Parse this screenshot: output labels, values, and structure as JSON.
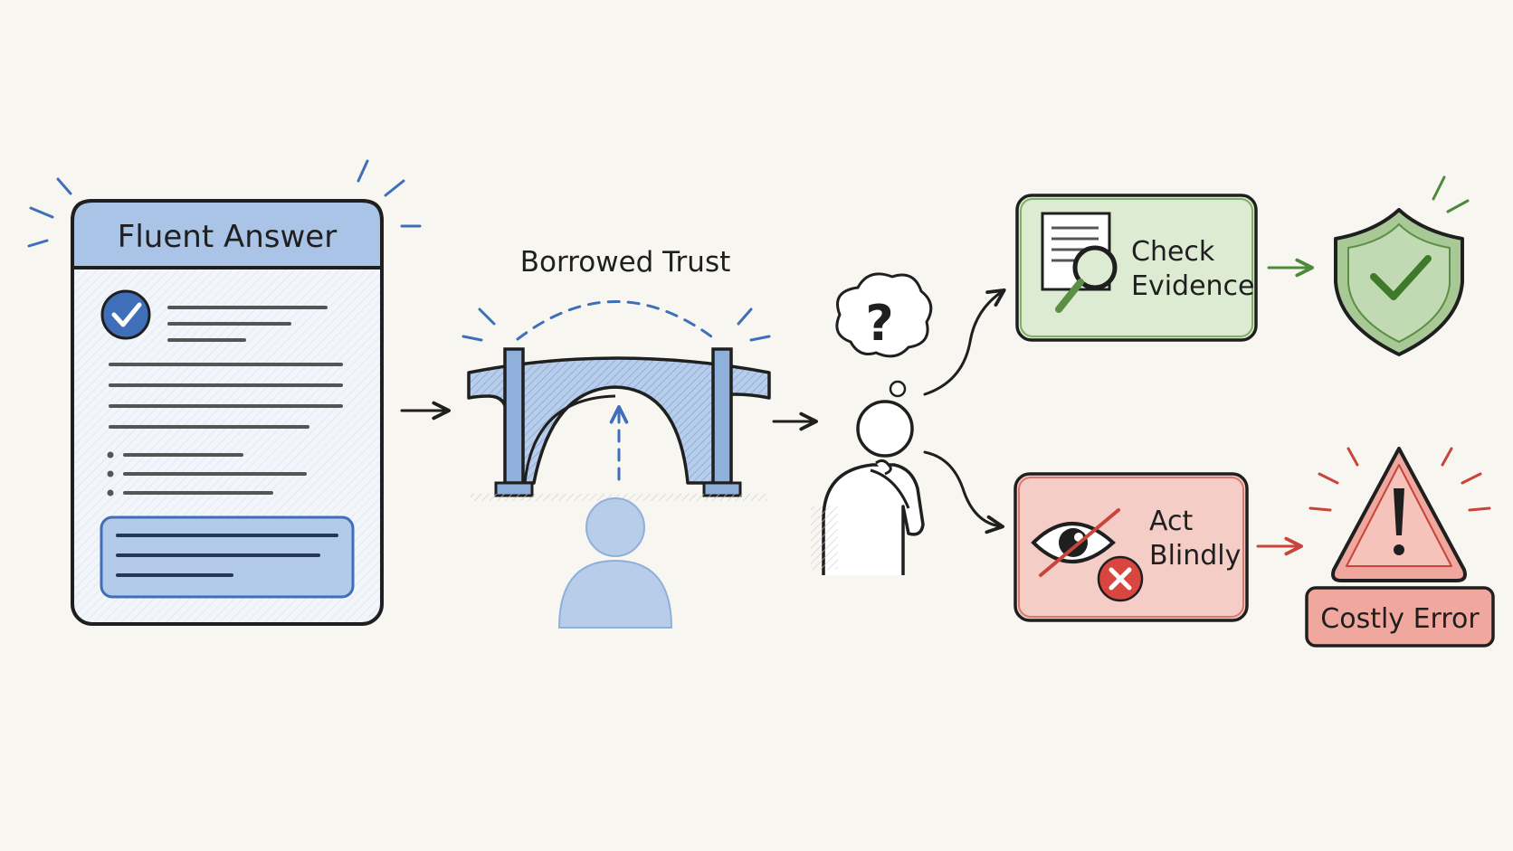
{
  "card": {
    "title": "Fluent Answer"
  },
  "bridge": {
    "label": "Borrowed Trust"
  },
  "outcomes": {
    "check": {
      "line1": "Check",
      "line2": "Evidence"
    },
    "act": {
      "line1": "Act",
      "line2": "Blindly"
    },
    "error": {
      "label": "Costly Error"
    },
    "question_mark": "?"
  },
  "colors": {
    "background": "#f8f6f0",
    "ink": "#1f1f1f",
    "blue": "#3f6fb8",
    "blue_fill": "#a9c4e6",
    "blue_light": "#c5d8ef",
    "green": "#5c8f46",
    "green_fill": "#dcebd2",
    "red": "#c9443b",
    "red_fill": "#f4cdc6"
  },
  "icons": {
    "check_mark": "check-circle-icon",
    "magnifier": "magnifier-document-icon",
    "eye": "crossed-eye-icon",
    "x_mark": "x-circle-icon",
    "shield": "shield-check-icon",
    "warning": "warning-triangle-icon"
  }
}
